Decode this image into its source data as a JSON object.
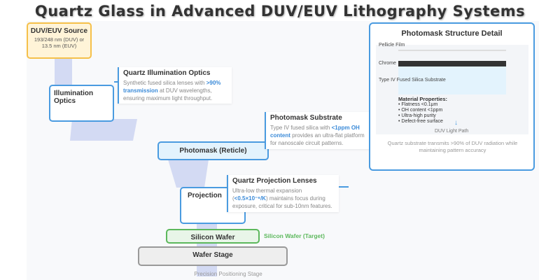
{
  "title": "Quartz Glass in Advanced DUV/EUV Lithography Systems",
  "source": {
    "label": "DUV/EUV Source",
    "detail": "193/248 nm (DUV) or 13.5 nm (EUV)"
  },
  "components": {
    "illumination": "Illumination Optics",
    "photomask": "Photomask (Reticle)",
    "projection": "Projection",
    "wafer": "Silicon Wafer",
    "wafer_overlay": "Silicon Wafer (Target)",
    "stage": "Wafer Stage",
    "stage_caption": "Precision Positioning Stage"
  },
  "callouts": [
    {
      "title": "Quartz Illumination Optics",
      "pre": "Synthetic fused silica lenses with ",
      "highlight": ">90% transmission",
      "post": " at DUV wavelengths, ensuring maximum light throughput."
    },
    {
      "title": "Photomask Substrate",
      "pre": "Type IV fused silica with ",
      "highlight": "<1ppm OH content",
      "post": " provides an ultra-flat platform for nanoscale circuit patterns."
    },
    {
      "title": "Quartz Projection Lenses",
      "pre": "Ultra-low thermal expansion (",
      "highlight": "<0.5×10⁻⁶/K",
      "post": ") maintains focus during exposure, critical for sub-10nm features."
    }
  ],
  "detail": {
    "title": "Photomask Structure Detail",
    "pellicle": "Pellicle Film",
    "chrome": "Chrome",
    "substrate": "Type IV Fused Silica Substrate",
    "props_title": "Material Properties:",
    "props": [
      "• Flatness <0.1μm",
      "• OH content <1ppm",
      "• Ultra-high purity",
      "• Defect-free surface"
    ],
    "light_path": "DUV Light Path",
    "caption": "Quartz substrate transmits >90% of DUV radiation while maintaining pattern accuracy"
  },
  "colors": {
    "accent": "#4a9be0",
    "beam": "#d3daf3",
    "source": "#f5c04a",
    "wafer": "#5cb85c"
  }
}
